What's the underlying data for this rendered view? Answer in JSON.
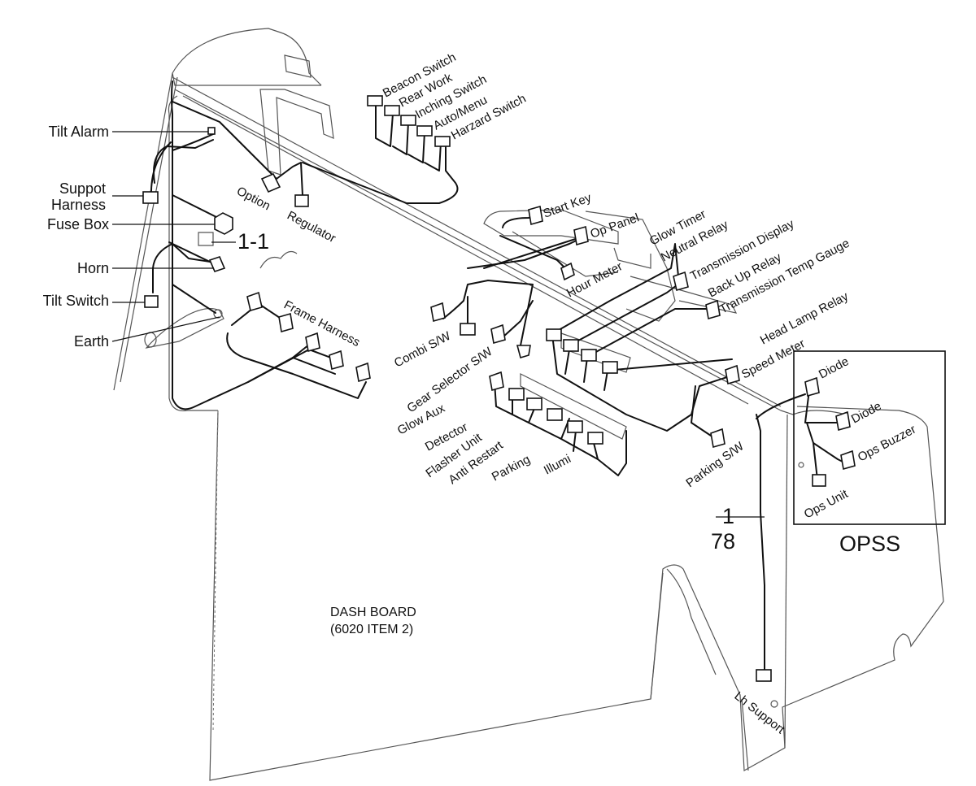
{
  "labels": {
    "tilt_alarm": "Tilt Alarm",
    "suppot_harness_line1": "Suppot",
    "suppot_harness_line2": "Harness",
    "fuse_box": "Fuse Box",
    "item_1_1": "1-1",
    "horn": "Horn",
    "tilt_switch": "Tilt Switch",
    "earth": "Earth",
    "option": "Option",
    "regulator": "Regulator",
    "frame_harness": "Frame Harness",
    "beacon_switch": "Beacon Switch",
    "rear_work": "Rear Work",
    "inching_switch": "Inching Switch",
    "auto_menu": "Auto/Menu",
    "harzard_switch": "Harzard Switch",
    "start_key": "Start Key",
    "op_panel": "Op Panel",
    "glow_timer": "Glow Timer",
    "hour_meter": "Hour Meter",
    "neutral_relay": "Neutral Relay",
    "transmission_display": "Transmission Display",
    "back_up_relay": "Back Up Relay",
    "transmission_temp_gauge": "Transmission Temp Gauge",
    "head_lamp_relay": "Head Lamp Relay",
    "speed_meter": "Speed Meter",
    "combi_sw": "Combi S/W",
    "gear_selector_sw": "Gear Selector S/W",
    "glow_aux": "Glow Aux",
    "detector": "Detector",
    "flasher_unit": "Flasher Unit",
    "anti_restart": "Anti Restart",
    "parking": "Parking",
    "illumi": "Illumi",
    "parking_sw": "Parking S/W",
    "diode_1": "Diode",
    "diode_2": "Diode",
    "ops_buzzer": "Ops Buzzer",
    "ops_unit": "Ops Unit",
    "opss": "OPSS",
    "item_1": "1",
    "item_78": "78",
    "dash_board": "DASH BOARD",
    "dash_board_item": "(6020 ITEM 2)",
    "lh_support": "Lh Support"
  }
}
